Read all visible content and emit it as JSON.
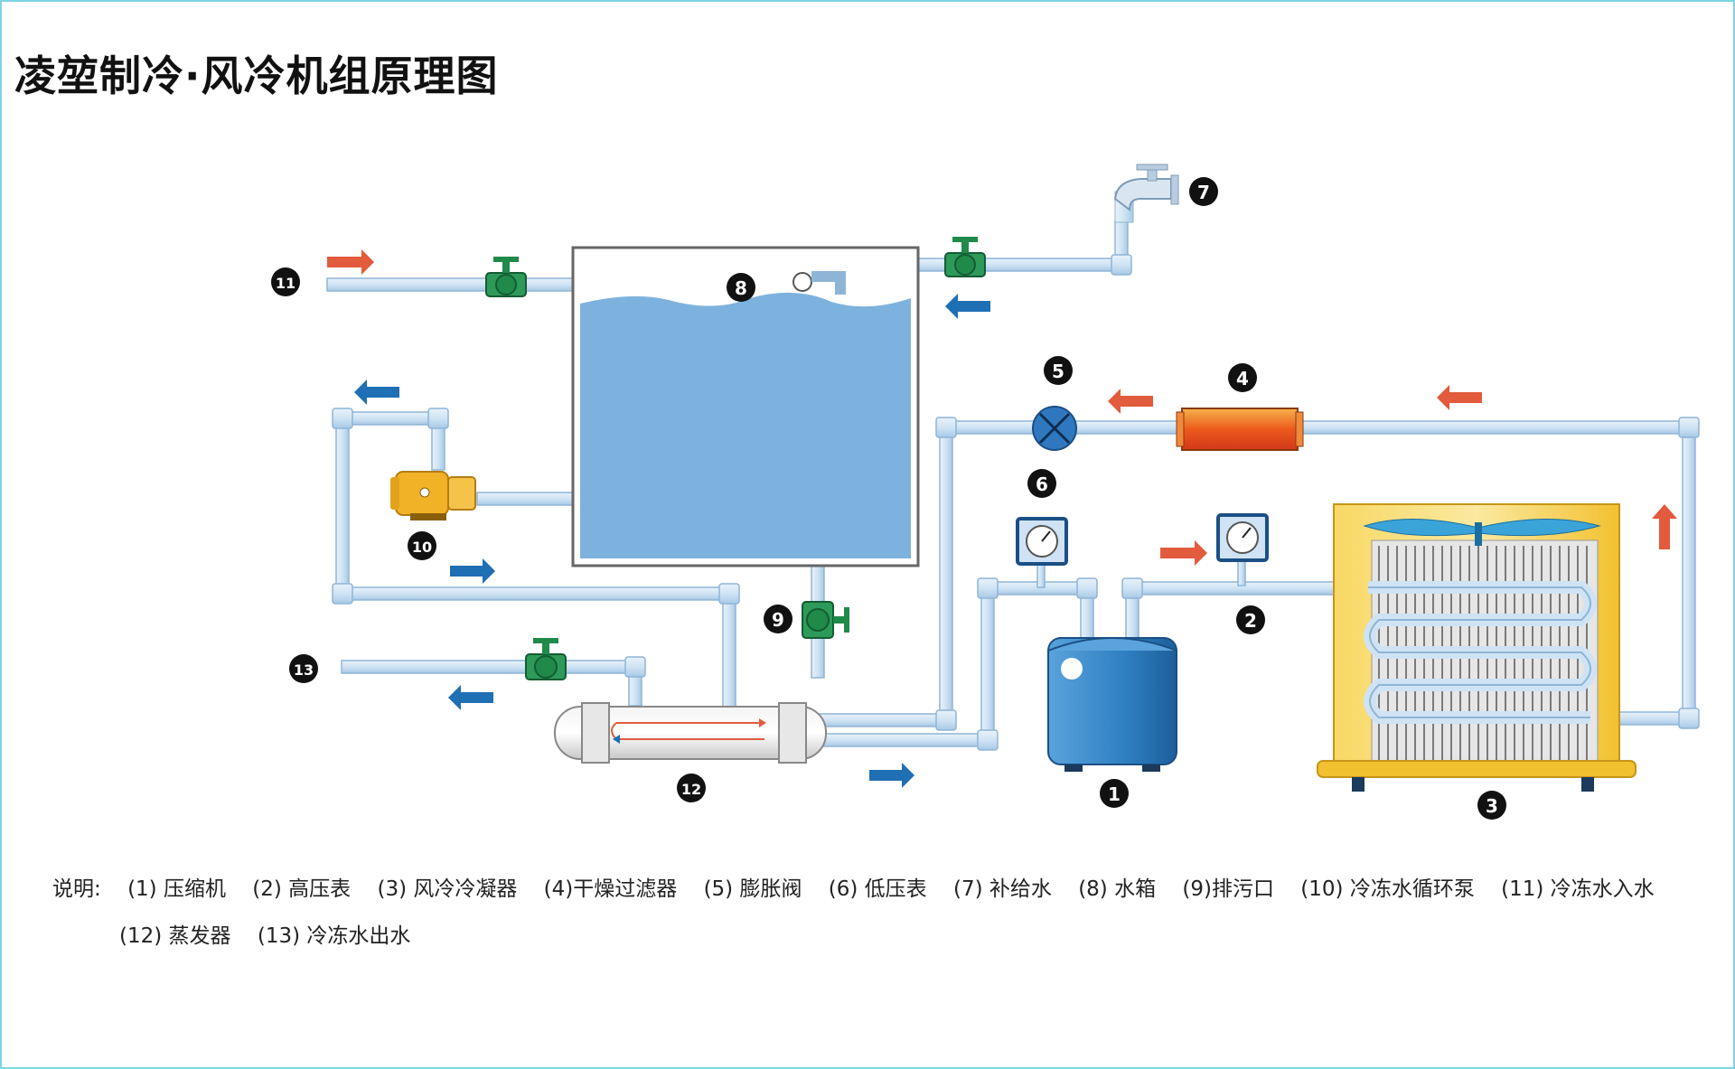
{
  "title": "凌堃制冷·风冷机组原理图",
  "legend": {
    "intro": "说明:",
    "items": [
      "(1) 压缩机",
      "(2) 高压表",
      "(3) 风冷冷凝器",
      "(4)干燥过滤器",
      "(5) 膨胀阀",
      "(6) 低压表",
      "(7) 补给水",
      "(8) 水箱",
      "(9)排污口",
      "(10) 冷冻水循环泵",
      "(11) 冷冻水入水",
      "(12) 蒸发器",
      "(13) 冷冻水出水"
    ]
  },
  "markers": [
    "1",
    "2",
    "3",
    "4",
    "5",
    "6",
    "7",
    "8",
    "9",
    "10",
    "11",
    "12",
    "13"
  ],
  "colors": {
    "pipe": "#cfe3f4",
    "pipe_edge": "#8fb5d6",
    "water": "#7eb2de",
    "arrow_blue": "#1f6fb5",
    "arrow_red": "#e25b3c",
    "valve_green": "#1f8a4a",
    "compressor": "#2f7fc1",
    "condenser_frame": "#f6c83a",
    "filter": "#f28c20",
    "pump": "#f2b227",
    "border": "#7fd3e6"
  },
  "icons": [
    "valve-icon",
    "tap-icon",
    "pump-icon",
    "pressure-gauge-icon",
    "fan-icon",
    "expansion-valve-icon"
  ]
}
